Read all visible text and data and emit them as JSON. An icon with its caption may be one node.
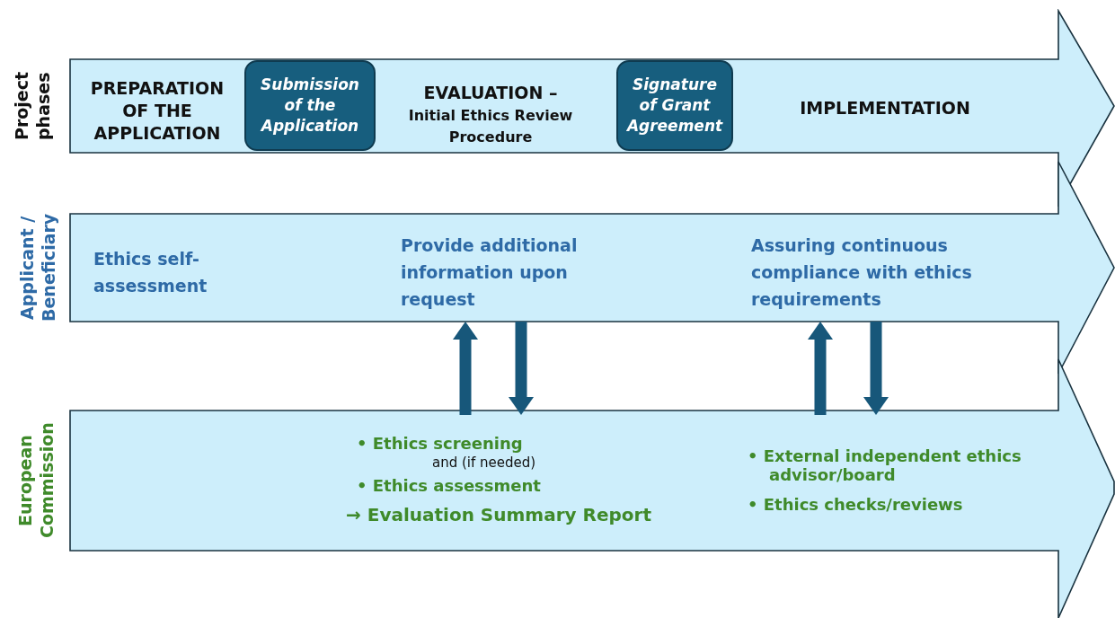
{
  "diagram": {
    "nodes": [
      {
        "text": [
          "Project phases"
        ]
      },
      {
        "text": [
          "PREPARATION OF THE APPLICATION"
        ],
        "in": 0
      },
      {
        "text": [
          "Submission of the Application"
        ],
        "in": 0
      },
      {
        "text": [
          "EVALUATION –",
          "Initial Ethics Review Procedure"
        ],
        "in": 0
      },
      {
        "text": [
          "Signature of Grant Agreement"
        ],
        "in": 0
      },
      {
        "text": [
          "IMPLEMENTATION"
        ],
        "in": 0
      },
      {
        "text": [
          "Applicant / Beneficiary"
        ]
      },
      {
        "text": [
          "Ethics self-assessment"
        ],
        "in": 6
      },
      {
        "text": [
          "Provide additional information upon request"
        ],
        "in": 6
      },
      {
        "text": [
          "Assuring continuous compliance with ethics requirements"
        ],
        "in": 6
      },
      {
        "text": [
          "European Commission"
        ]
      },
      {
        "text": [
          "• Ethics screening",
          "and (if needed)",
          "• Ethics assessment",
          "→ Evaluation Summary Report"
        ],
        "in": 10
      },
      {
        "text": [
          "• External independent ethics advisor/board",
          "• Ethics checks/reviews"
        ],
        "in": 10
      }
    ],
    "edges": [
      {
        "from": 11,
        "to": 8,
        "arrow": "to"
      },
      {
        "from": 8,
        "to": 11,
        "arrow": "to"
      },
      {
        "from": 12,
        "to": 9,
        "arrow": "to"
      },
      {
        "from": 9,
        "to": 12,
        "arrow": "to"
      }
    ]
  }
}
